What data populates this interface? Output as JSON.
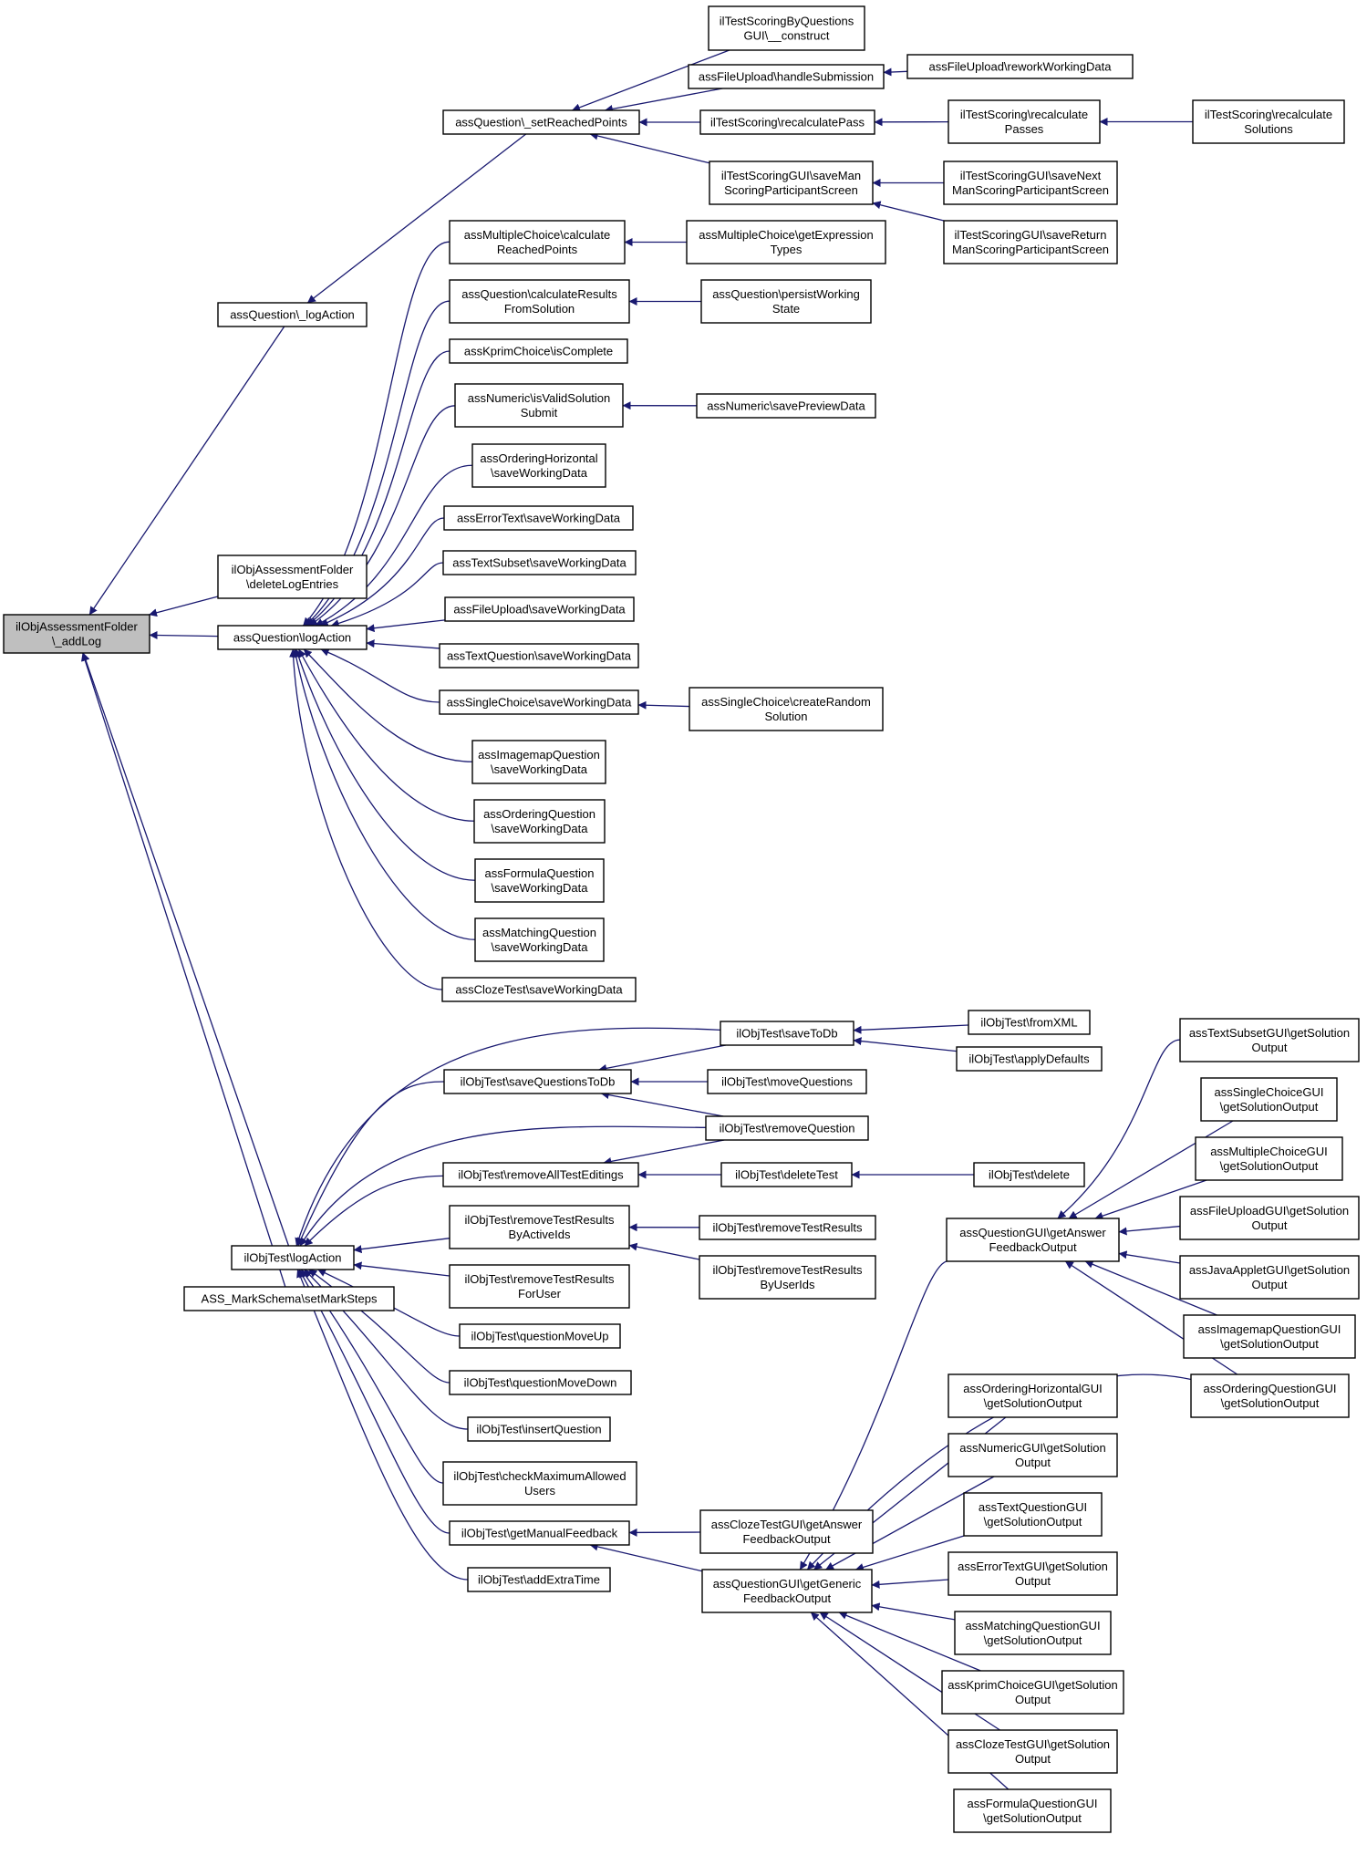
{
  "nodes": {
    "root": [
      "ilObjAssessmentFolder",
      "\\_addLog"
    ],
    "qLogAction_": [
      "assQuestion\\_logAction"
    ],
    "setReached": [
      "assQuestion\\_setReachedPoints"
    ],
    "scoringByQ": [
      "ilTestScoringByQuestions",
      "GUI\\__construct"
    ],
    "fuHandle": [
      "assFileUpload\\handleSubmission"
    ],
    "fuRework": [
      "assFileUpload\\reworkWorkingData"
    ],
    "recalcPass": [
      "ilTestScoring\\recalculatePass"
    ],
    "recalcPasses": [
      "ilTestScoring\\recalculate",
      "Passes"
    ],
    "recalcSol": [
      "ilTestScoring\\recalculate",
      "Solutions"
    ],
    "saveManScoring": [
      "ilTestScoringGUI\\saveMan",
      "ScoringParticipantScreen"
    ],
    "saveNextMan": [
      "ilTestScoringGUI\\saveNext",
      "ManScoringParticipantScreen"
    ],
    "saveReturnMan": [
      "ilTestScoringGUI\\saveReturn",
      "ManScoringParticipantScreen"
    ],
    "deleteLog": [
      "ilObjAssessmentFolder",
      "\\deleteLogEntries"
    ],
    "qLogAction": [
      "assQuestion\\logAction"
    ],
    "mcCalc": [
      "assMultipleChoice\\calculate",
      "ReachedPoints"
    ],
    "mcExpr": [
      "assMultipleChoice\\getExpression",
      "Types"
    ],
    "qCalcRes": [
      "assQuestion\\calculateResults",
      "FromSolution"
    ],
    "qPersist": [
      "assQuestion\\persistWorking",
      "State"
    ],
    "kprimComplete": [
      "assKprimChoice\\isComplete"
    ],
    "numValid": [
      "assNumeric\\isValidSolution",
      "Submit"
    ],
    "numPreview": [
      "assNumeric\\savePreviewData"
    ],
    "ordHorizSave": [
      "assOrderingHorizontal",
      "\\saveWorkingData"
    ],
    "errTextSave": [
      "assErrorText\\saveWorkingData"
    ],
    "textSubsetSave": [
      "assTextSubset\\saveWorkingData"
    ],
    "fileUploadSave": [
      "assFileUpload\\saveWorkingData"
    ],
    "textQSave": [
      "assTextQuestion\\saveWorkingData"
    ],
    "singleChoiceSave": [
      "assSingleChoice\\saveWorkingData"
    ],
    "scRandom": [
      "assSingleChoice\\createRandom",
      "Solution"
    ],
    "imagemapSave": [
      "assImagemapQuestion",
      "\\saveWorkingData"
    ],
    "orderingSave": [
      "assOrderingQuestion",
      "\\saveWorkingData"
    ],
    "formulaSave": [
      "assFormulaQuestion",
      "\\saveWorkingData"
    ],
    "matchingSave": [
      "assMatchingQuestion",
      "\\saveWorkingData"
    ],
    "clozeSave": [
      "assClozeTest\\saveWorkingData"
    ],
    "saveToDb": [
      "ilObjTest\\saveToDb"
    ],
    "fromXML": [
      "ilObjTest\\fromXML"
    ],
    "applyDefaults": [
      "ilObjTest\\applyDefaults"
    ],
    "saveQToDb": [
      "ilObjTest\\saveQuestionsToDb"
    ],
    "moveQuestions": [
      "ilObjTest\\moveQuestions"
    ],
    "removeQuestion": [
      "ilObjTest\\removeQuestion"
    ],
    "removeAllEdit": [
      "ilObjTest\\removeAllTestEditings"
    ],
    "deleteTest": [
      "ilObjTest\\deleteTest"
    ],
    "delete": [
      "ilObjTest\\delete"
    ],
    "remResActive": [
      "ilObjTest\\removeTestResults",
      "ByActiveIds"
    ],
    "remRes": [
      "ilObjTest\\removeTestResults"
    ],
    "remResUser": [
      "ilObjTest\\removeTestResults",
      "ByUserIds"
    ],
    "testLogAction": [
      "ilObjTest\\logAction"
    ],
    "markSchema": [
      "ASS_MarkSchema\\setMarkSteps"
    ],
    "remResForUser": [
      "ilObjTest\\removeTestResults",
      "ForUser"
    ],
    "moveUp": [
      "ilObjTest\\questionMoveUp"
    ],
    "moveDown": [
      "ilObjTest\\questionMoveDown"
    ],
    "insertQ": [
      "ilObjTest\\insertQuestion"
    ],
    "checkMax": [
      "ilObjTest\\checkMaximumAllowed",
      "Users"
    ],
    "getManual": [
      "ilObjTest\\getManualFeedback"
    ],
    "addExtra": [
      "ilObjTest\\addExtraTime"
    ],
    "clozeAnsFb": [
      "assClozeTestGUI\\getAnswer",
      "FeedbackOutput"
    ],
    "genericFb": [
      "assQuestionGUI\\getGeneric",
      "FeedbackOutput"
    ],
    "answerFb": [
      "assQuestionGUI\\getAnswer",
      "FeedbackOutput"
    ],
    "tsGUI": [
      "assTextSubsetGUI\\getSolution",
      "Output"
    ],
    "scGUI": [
      "assSingleChoiceGUI",
      "\\getSolutionOutput"
    ],
    "mcGUI": [
      "assMultipleChoiceGUI",
      "\\getSolutionOutput"
    ],
    "fuGUI": [
      "assFileUploadGUI\\getSolution",
      "Output"
    ],
    "jaGUI": [
      "assJavaAppletGUI\\getSolution",
      "Output"
    ],
    "imGUI": [
      "assImagemapQuestionGUI",
      "\\getSolutionOutput"
    ],
    "oqGUI": [
      "assOrderingQuestionGUI",
      "\\getSolutionOutput"
    ],
    "ohGUI": [
      "assOrderingHorizontalGUI",
      "\\getSolutionOutput"
    ],
    "numGUI": [
      "assNumericGUI\\getSolution",
      "Output"
    ],
    "tqGUI": [
      "assTextQuestionGUI",
      "\\getSolutionOutput"
    ],
    "etGUI": [
      "assErrorTextGUI\\getSolution",
      "Output"
    ],
    "maGUI": [
      "assMatchingQuestionGUI",
      "\\getSolutionOutput"
    ],
    "kpGUI": [
      "assKprimChoiceGUI\\getSolution",
      "Output"
    ],
    "ctGUI": [
      "assClozeTestGUI\\getSolution",
      "Output"
    ],
    "fqGUI": [
      "assFormulaQuestionGUI",
      "\\getSolutionOutput"
    ]
  },
  "colors": {
    "edge": "#191970",
    "root_fill": "#bfbfbf",
    "node_fill": "#ffffff",
    "border": "#000000"
  }
}
